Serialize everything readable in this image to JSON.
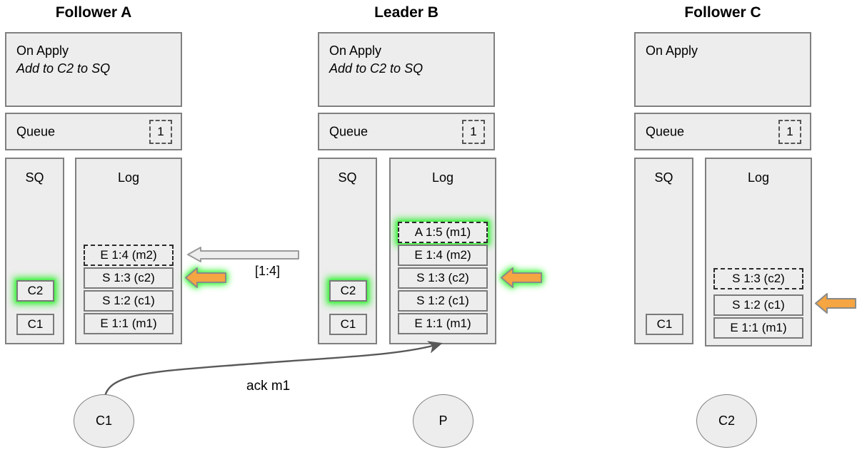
{
  "nodes": [
    {
      "title": "Follower A",
      "on_apply": {
        "line1": "On Apply",
        "line2": "Add to C2 to SQ"
      },
      "queue": {
        "label": "Queue",
        "token": "1"
      },
      "sq": {
        "header": "SQ",
        "items": [
          {
            "label": "C2",
            "glow": true
          },
          {
            "label": "C1",
            "glow": false
          }
        ]
      },
      "log": {
        "header": "Log",
        "entries": [
          {
            "label": "E 1:4 (m2)",
            "dashed": true,
            "glow": false
          },
          {
            "label": "S 1:3 (c2)",
            "dashed": false,
            "glow": false
          },
          {
            "label": "S 1:2 (c1)",
            "dashed": false,
            "glow": false
          },
          {
            "label": "E 1:1 (m1)",
            "dashed": false,
            "glow": false
          }
        ]
      }
    },
    {
      "title": "Leader B",
      "on_apply": {
        "line1": "On Apply",
        "line2": "Add to C2 to SQ"
      },
      "queue": {
        "label": "Queue",
        "token": "1"
      },
      "sq": {
        "header": "SQ",
        "items": [
          {
            "label": "C2",
            "glow": true
          },
          {
            "label": "C1",
            "glow": false
          }
        ]
      },
      "log": {
        "header": "Log",
        "entries": [
          {
            "label": "A 1:5 (m1)",
            "dashed": true,
            "glow": true
          },
          {
            "label": "E 1:4 (m2)",
            "dashed": false,
            "glow": false
          },
          {
            "label": "S 1:3 (c2)",
            "dashed": false,
            "glow": false
          },
          {
            "label": "S 1:2 (c1)",
            "dashed": false,
            "glow": false
          },
          {
            "label": "E 1:1 (m1)",
            "dashed": false,
            "glow": false
          }
        ]
      }
    },
    {
      "title": "Follower C",
      "on_apply": {
        "line1": "On Apply",
        "line2": ""
      },
      "queue": {
        "label": "Queue",
        "token": "1"
      },
      "sq": {
        "header": "SQ",
        "items": [
          {
            "label": "C1",
            "glow": false
          }
        ]
      },
      "log": {
        "header": "Log",
        "entries": [
          {
            "label": "S 1:3 (c2)",
            "dashed": true,
            "glow": false
          },
          {
            "label": "S 1:2 (c1)",
            "dashed": false,
            "glow": false
          },
          {
            "label": "E 1:1 (m1)",
            "dashed": false,
            "glow": false
          }
        ]
      }
    }
  ],
  "messages": {
    "replication_label": "[1:4]",
    "ack_label": "ack m1"
  },
  "clients": [
    {
      "label": "C1"
    },
    {
      "label": "P"
    },
    {
      "label": "C2"
    }
  ],
  "colors": {
    "panel_fill": "#ededed",
    "panel_border": "#808080",
    "entry_border": "#7a7a7a",
    "glow_green": "#3cf03c",
    "arrow_orange": "#f5a541",
    "arrow_gray_fill": "#ededed",
    "arrow_gray_border": "#9a9a9a",
    "curve_stroke": "#595959"
  }
}
